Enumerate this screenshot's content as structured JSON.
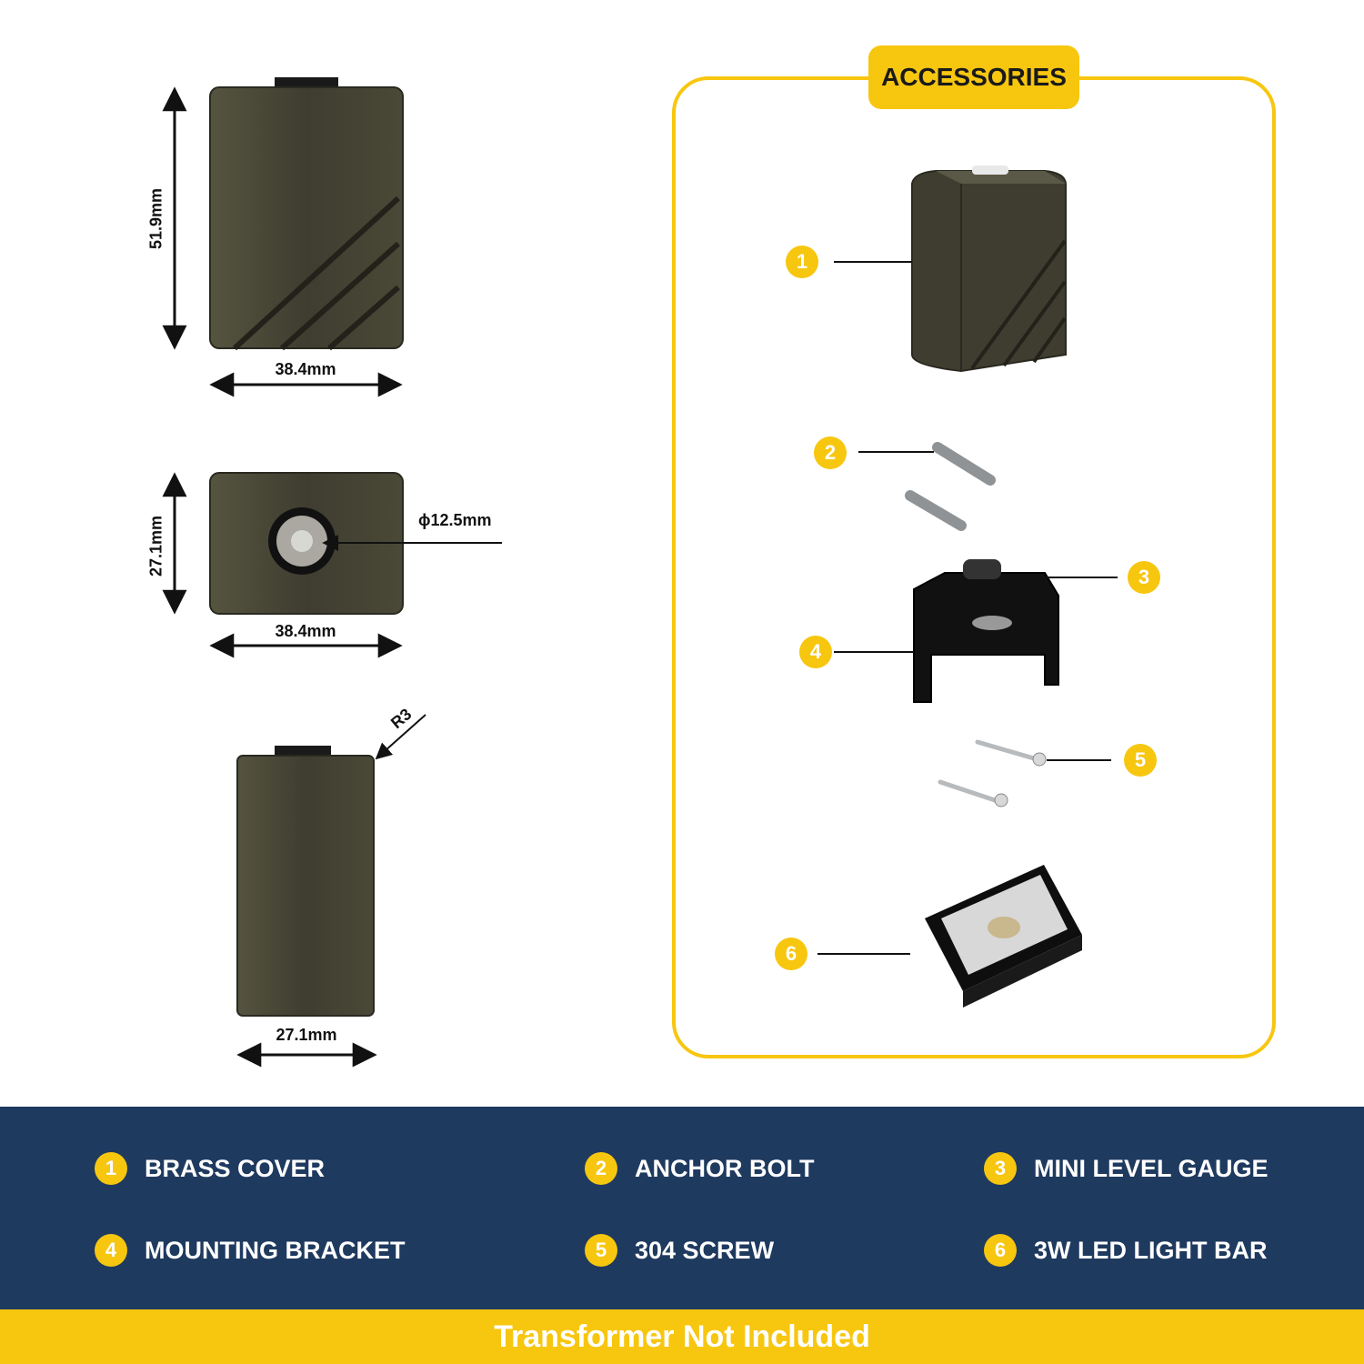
{
  "dimensions": {
    "front_height": "51.9mm",
    "front_width": "38.4mm",
    "bottom_depth": "27.1mm",
    "bottom_width": "38.4mm",
    "hole_diameter": "ϕ12.5mm",
    "corner_radius": "R3",
    "side_width": "27.1mm"
  },
  "accessories_title": "ACCESSORIES",
  "callouts": [
    "1",
    "2",
    "3",
    "4",
    "5",
    "6"
  ],
  "legend": [
    {
      "num": "1",
      "label": "BRASS COVER"
    },
    {
      "num": "2",
      "label": "ANCHOR BOLT"
    },
    {
      "num": "3",
      "label": "MINI LEVEL GAUGE"
    },
    {
      "num": "4",
      "label": "MOUNTING BRACKET"
    },
    {
      "num": "5",
      "label": "304 SCREW"
    },
    {
      "num": "6",
      "label": "3W LED LIGHT BAR"
    }
  ],
  "footer_text": "Transformer Not Included",
  "colors": {
    "accent_yellow": "#f7c60f",
    "navy": "#1f3a5f",
    "brass": "#3f3d30"
  }
}
